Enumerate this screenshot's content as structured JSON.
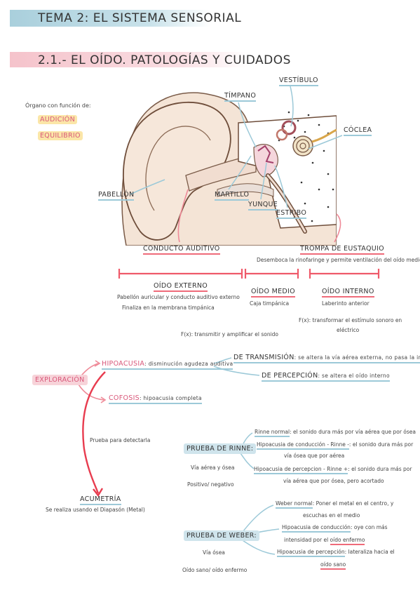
{
  "header": {
    "title_prefix": "TEMA 2:",
    "title_rest": " EL SISTEMA SENSORIAL",
    "section": "2.1.- EL OÍDO. PATOLOGÍAS Y CUIDADOS"
  },
  "organ": {
    "intro": "Órgano con función de:",
    "f1": "AUDICIÓN",
    "f2": "EQUILIBRIO"
  },
  "ear_labels": {
    "timpano": "TÍMPANO",
    "vestibulo": "VESTÍBULO",
    "coclea": "CÓCLEA",
    "pabellon": "PABELLÓN",
    "martillo": "MARTILLO",
    "yunque": "YUNQUE",
    "estribo": "ESTRIBO",
    "conducto": "CONDUCTO AUDITIVO",
    "trompa": "TROMPA DE EUSTAQUIO",
    "trompa_desc": "Desemboca la rinofaringe y permite ventilación del oído medio"
  },
  "parts": {
    "externo_title": "OÍDO EXTERNO",
    "externo_l1": "Pabellón auricular y conducto auditivo externo",
    "externo_l2": "Finaliza en la membrana timpánica",
    "medio_title": "OÍDO MEDIO",
    "medio_l1": "Caja timpánica",
    "interno_title": "OÍDO INTERNO",
    "interno_l1": "Laberinto anterior",
    "interno_f1": "F(x): transformar el estímulo sonoro en",
    "interno_f2": "eléctrico",
    "fx_medio": "F(x): transmitir y amplificar el sonido"
  },
  "exploracion": {
    "label": "EXPLORACIÓN",
    "hipo_title": "HIPOACUSIA",
    "hipo_desc": ": disminución agudeza auditiva",
    "trans_title": "DE TRANSMISIÓN",
    "trans_desc": ": se altera la vía aérea externa, no pasa la info.",
    "perc_title": "DE PERCEPCIÓN",
    "perc_desc": ": se altera el oído interno",
    "cofosis_title": "COFOSIS",
    "cofosis_desc": ": hipoacusia completa",
    "prueba": "Prueba para detectarla"
  },
  "rinne": {
    "title": "PRUEBA DE RINNE:",
    "sub1": "Vía aérea y ósea",
    "sub2": "Positivo/ negativo",
    "n_title": "Rinne normal",
    "n_desc": ": el sonido dura más por vía aérea que por ósea",
    "c_title": "Hipoacusia de conducción - Rinne -",
    "c_desc1": ": el sonido dura más por",
    "c_desc2": "vía ósea que por aérea",
    "p_title": "Hipoacusia de percepcion - Rinne +",
    "p_desc1": ": el sonido dura más por",
    "p_desc2": "vía aérea que por ósea, pero acortado"
  },
  "acumetria": {
    "title": "ACUMETRÍA",
    "desc": "Se realiza usando el Diapasón (Metal)"
  },
  "weber": {
    "title": "PRUEBA DE WEBER:",
    "sub1": "Vía ósea",
    "sub2": "Oído sano/ oído enfermo",
    "n_title": "Weber normal",
    "n_desc1": ": Poner el metal en el centro, y",
    "n_desc2": "escuchas en el medio",
    "c_title": "Hipoacusia de conducción",
    "c_desc1": ": oye con más",
    "c_desc2a": "intensidad por el ",
    "c_desc2b": "oído enfermo",
    "p_title": "Hipoacusia de percepción",
    "p_desc1": ": lateraliza hacia el",
    "p_desc2": "oído sano"
  }
}
